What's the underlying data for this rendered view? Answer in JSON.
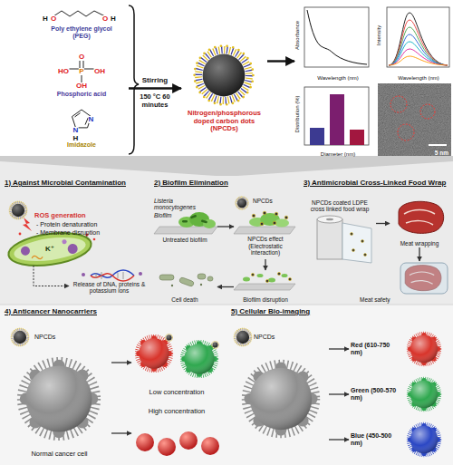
{
  "diagram": {
    "nodes": [
      {
        "text": [
          "Poly ethylene glycol (PEG)",
          "Phosphoric acid",
          "Imidazole"
        ]
      },
      {
        "text": [
          "Nitrogen/phosphorous doped carbon dots (NPCDs)"
        ]
      },
      {
        "text": [
          "Absorbance",
          "Wavelength (nm)"
        ]
      },
      {
        "text": [
          "Intensity",
          "Wavelength (nm)"
        ]
      },
      {
        "text": [
          "Distribution (%)",
          "Diameter (nm)"
        ]
      },
      {
        "text": [
          "5 nm"
        ]
      },
      {
        "text": [
          "1) Against Microbial Contamination"
        ]
      },
      {
        "text": [
          "K⁺"
        ],
        "in": 6
      },
      {
        "text": [
          "Release of DNA, proteins & potassium ions"
        ],
        "in": 6
      },
      {
        "text": [
          "2) Biofilm Elimination"
        ]
      },
      {
        "text": [
          "Listeria monocytogenes",
          "Biofilm",
          "Untreated biofilm"
        ],
        "in": 9
      },
      {
        "text": [
          "NPCDs",
          "NPCDs effect (Electrostatic interaction)"
        ],
        "in": 9
      },
      {
        "text": [
          "Biofilm disruption"
        ],
        "in": 9
      },
      {
        "text": [
          "Cell death"
        ],
        "in": 9
      },
      {
        "text": [
          "3) Antimicrobial Cross-Linked Food Wrap"
        ]
      },
      {
        "text": [
          "NPCDs coated LDPE cross linked food wrap"
        ],
        "in": 14
      },
      {
        "text": [
          "Meat wrapping"
        ],
        "in": 14
      },
      {
        "text": [
          "Meat safety"
        ],
        "in": 14
      },
      {
        "text": [
          "4) Anticancer Nanocarriers"
        ]
      },
      {
        "text": [
          "NPCDs",
          "Normal cancer cell"
        ],
        "in": 18
      },
      {
        "text": [
          "Low concentration"
        ],
        "in": 18
      },
      {
        "text": [
          "High concentration"
        ],
        "in": 18
      },
      {
        "text": [
          "5) Cellular Bio-imaging"
        ]
      },
      {
        "text": [
          "NPCDs"
        ],
        "in": 22
      },
      {
        "text": [
          "Red (610-750 nm)"
        ],
        "in": 22
      },
      {
        "text": [
          "Green (500-570 nm)"
        ],
        "in": 22
      },
      {
        "text": [
          "Blue (450-500 nm)"
        ],
        "in": 22
      }
    ],
    "edges": [
      {
        "from": 0,
        "to": 1,
        "label": "Stirring",
        "arrow": "to"
      },
      {
        "from": 1,
        "to": 2,
        "arrow": "to"
      },
      {
        "from": 7,
        "to": 8,
        "arrow": "to"
      },
      {
        "from": 10,
        "to": 11,
        "arrow": "to"
      },
      {
        "from": 11,
        "to": 12,
        "arrow": "to"
      },
      {
        "from": 12,
        "to": 13,
        "arrow": "to"
      },
      {
        "from": 15,
        "to": 16,
        "arrow": "to"
      },
      {
        "from": 16,
        "to": 17,
        "arrow": "to"
      },
      {
        "from": 19,
        "to": 20,
        "arrow": "to"
      },
      {
        "from": 19,
        "to": 21,
        "arrow": "to"
      },
      {
        "from": 23,
        "to": 24,
        "arrow": "to"
      },
      {
        "from": 23,
        "to": 25,
        "arrow": "to"
      },
      {
        "from": 23,
        "to": 26,
        "arrow": "to"
      }
    ],
    "labels": [
      "150 °C 60 minutes",
      "H",
      "O",
      "O",
      "H",
      "O",
      "P",
      "HO",
      "OH",
      "OH",
      "N",
      "N",
      "H",
      "ROS generation",
      "- Protein denaturation",
      "- Membrane disruption"
    ]
  }
}
